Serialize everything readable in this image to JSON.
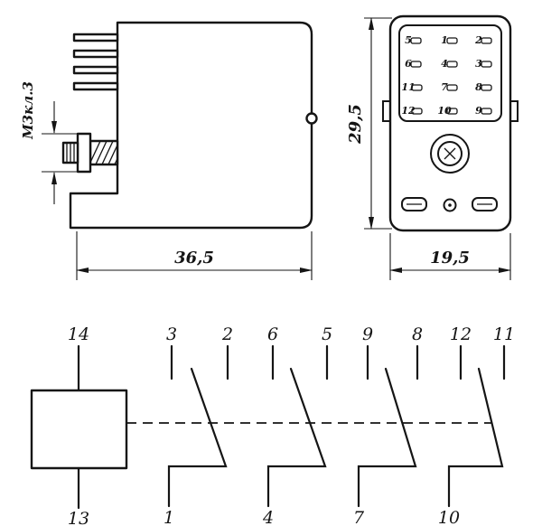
{
  "side_view": {
    "thread_label": "М3кл.3",
    "width_dim": "36,5"
  },
  "front_view": {
    "height_dim": "29,5",
    "width_dim": "19,5",
    "pin_grid": [
      [
        "5",
        "1",
        "2"
      ],
      [
        "6",
        "4",
        "3"
      ],
      [
        "11",
        "7",
        "8"
      ],
      [
        "12",
        "10",
        "9"
      ]
    ]
  },
  "schematic": {
    "coil": {
      "top_pin": "14",
      "bottom_pin": "13"
    },
    "contacts": [
      {
        "left_pin": "3",
        "right_pin": "2",
        "bottom_pin": "1"
      },
      {
        "left_pin": "6",
        "right_pin": "5",
        "bottom_pin": "4"
      },
      {
        "left_pin": "9",
        "right_pin": "8",
        "bottom_pin": "7"
      },
      {
        "left_pin": "12",
        "right_pin": "11",
        "bottom_pin": "10"
      }
    ]
  }
}
